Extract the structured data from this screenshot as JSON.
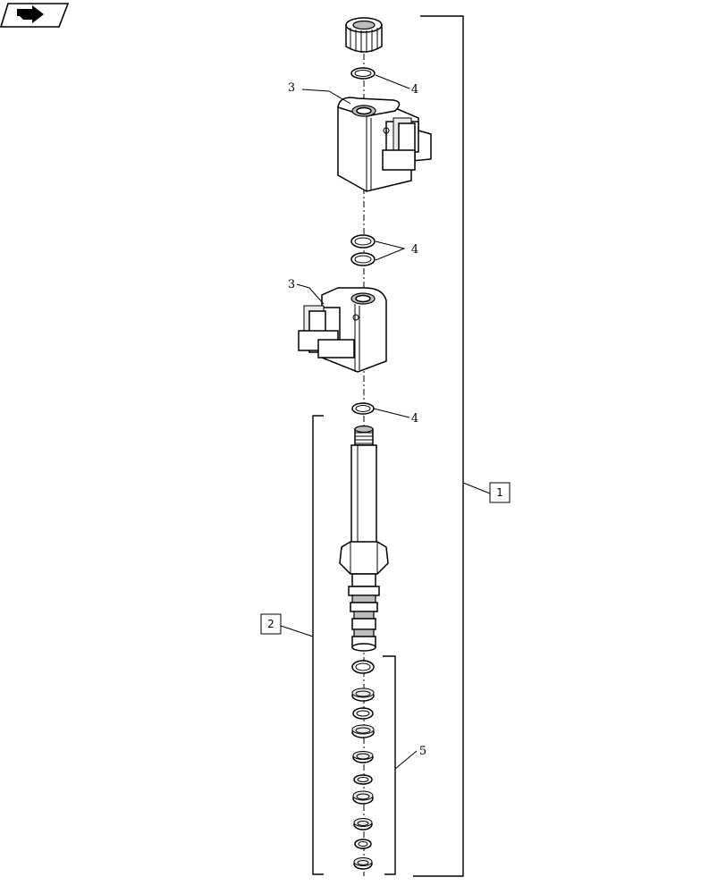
{
  "callouts": {
    "item_1": "1",
    "item_2": "2",
    "item_3_upper": "3",
    "item_3_lower": "3",
    "item_4_top": "4",
    "item_4_middle": "4",
    "item_4_bottom": "4",
    "item_5": "5"
  },
  "icons": {
    "corner": "next-page-arrow-icon"
  }
}
